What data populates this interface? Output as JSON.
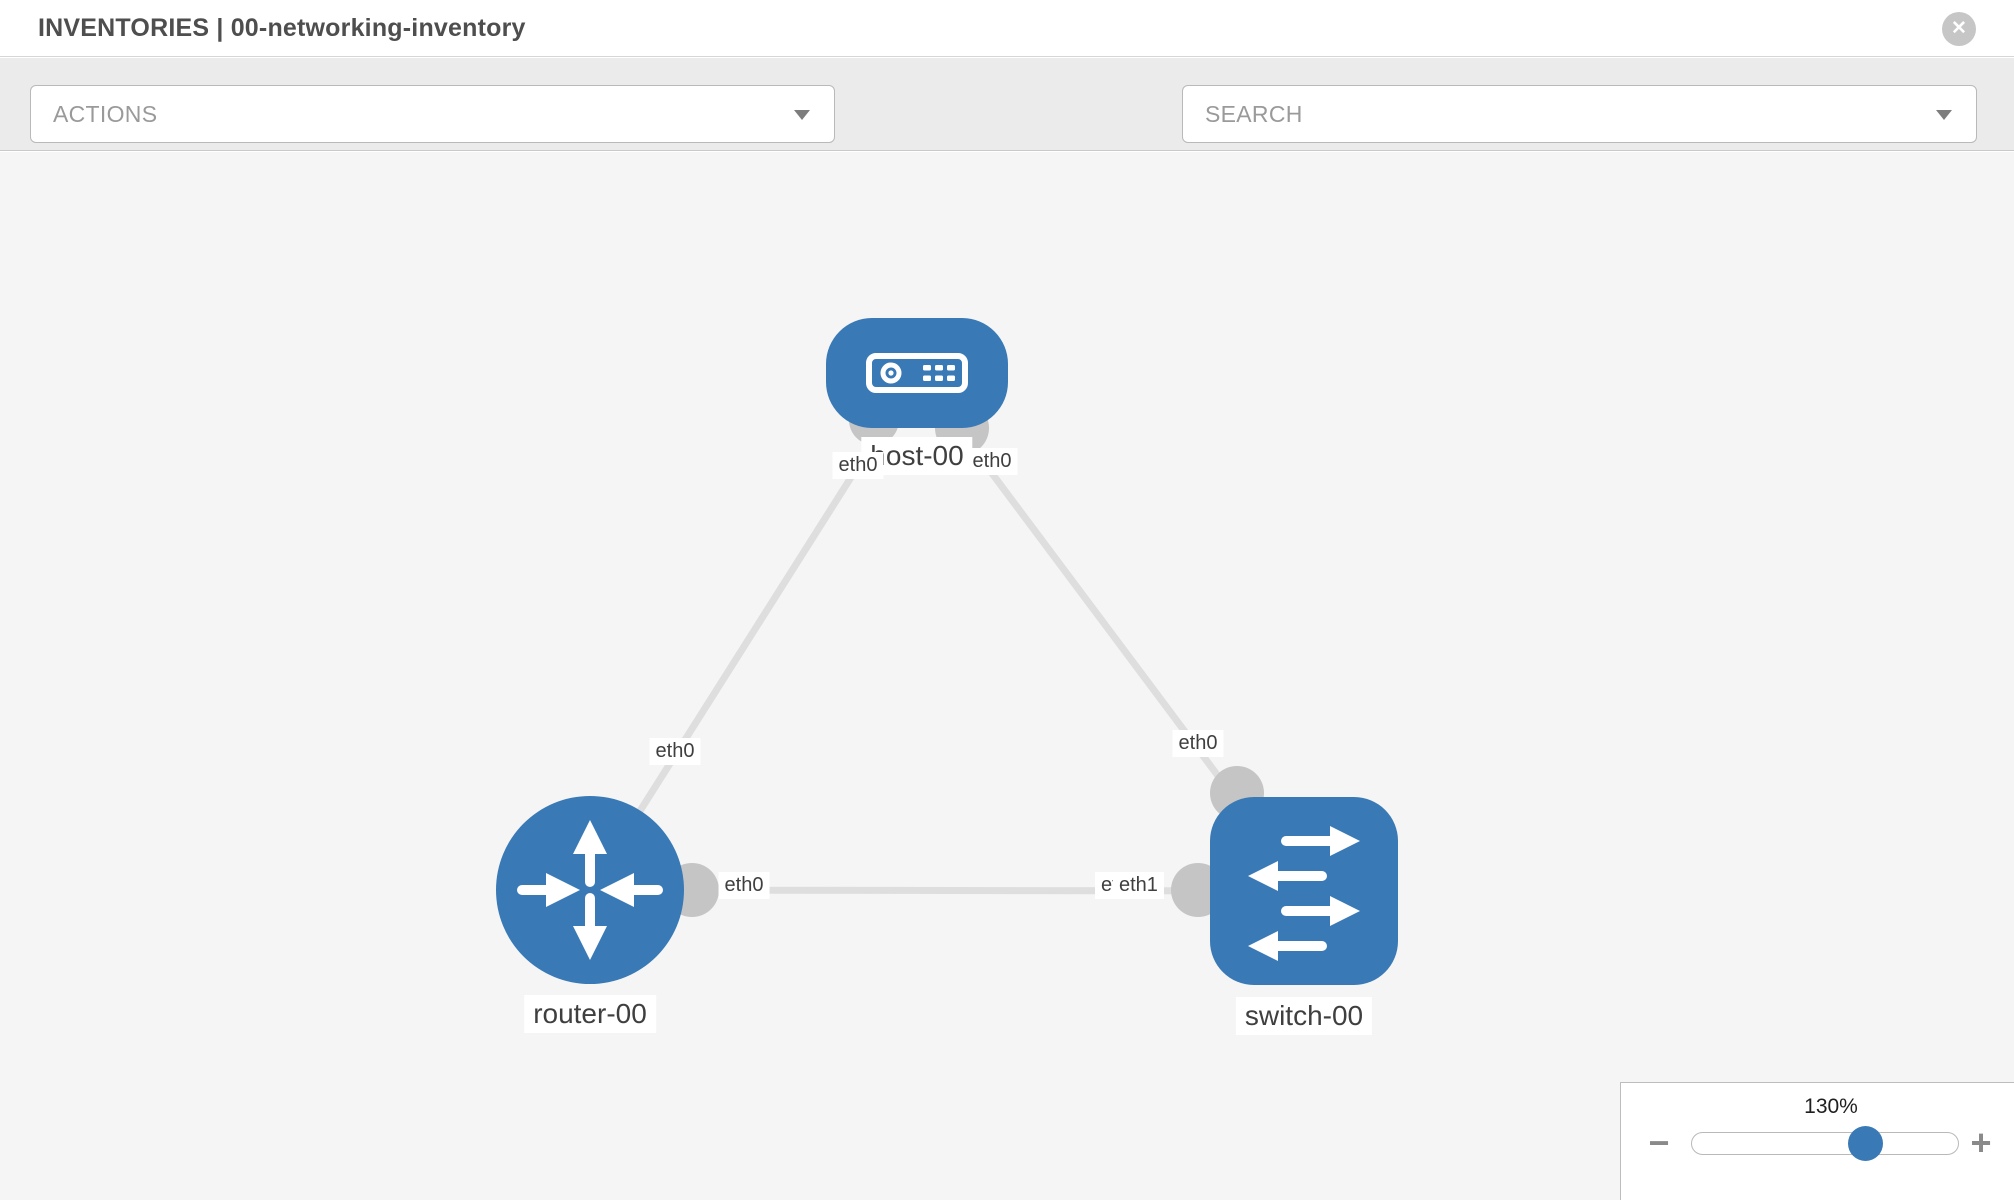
{
  "header": {
    "title": "INVENTORIES | 00-networking-inventory"
  },
  "toolbar": {
    "actions_label": "ACTIONS",
    "search_placeholder": "SEARCH",
    "icons": [
      "wrench-icon",
      "key-icon",
      "chevron-down-icon"
    ]
  },
  "colors": {
    "node_blue": "#3879b6",
    "link_gray": "#dedede",
    "port_gray": "#c5c5c5",
    "toolbar_bg": "#ebebeb",
    "canvas_bg": "#f5f5f5"
  },
  "topology": {
    "nodes": [
      {
        "id": "host-00",
        "type": "host",
        "label": "host-00"
      },
      {
        "id": "router-00",
        "type": "router",
        "label": "router-00"
      },
      {
        "id": "switch-00",
        "type": "switch",
        "label": "switch-00"
      }
    ],
    "links": [
      {
        "from": "host-00",
        "from_iface": "eth0",
        "to": "router-00",
        "to_iface": "eth0"
      },
      {
        "from": "host-00",
        "from_iface": "eth0",
        "to": "switch-00",
        "to_iface": "eth0"
      },
      {
        "from": "router-00",
        "from_iface": "eth0",
        "to": "switch-00",
        "to_iface": "eth1"
      }
    ],
    "labels": {
      "host": "host-00",
      "router": "router-00",
      "switch": "switch-00",
      "host_link_left_iface": "eth0",
      "host_link_right_iface": "eth0",
      "router_link_top_iface": "eth0",
      "switch_link_top_iface": "eth0",
      "router_link_right_iface": "eth0",
      "switch_link_left_iface_back": "eth0",
      "switch_link_left_iface_front": "eth1"
    }
  },
  "zoom_control": {
    "level": "130%",
    "minus_label": "−",
    "plus_label": "+"
  }
}
